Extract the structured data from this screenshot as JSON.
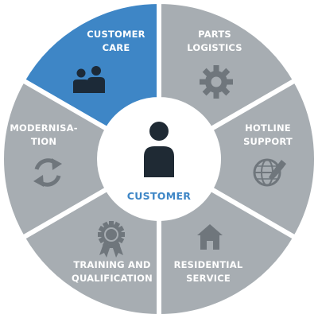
{
  "colors": {
    "segment": "#a7adb2",
    "active_segment": "#3e86c6",
    "separator": "#ffffff",
    "icon": "#6f767c",
    "active_icon": "#1c2a38",
    "center_bg": "#ffffff",
    "center_icon": "#1f2a34",
    "center_text": "#3e86c6"
  },
  "center": {
    "label": "CUSTOMER",
    "icon": "person-icon"
  },
  "segments": [
    {
      "id": "customer-care",
      "lines": [
        "CUSTOMER",
        "CARE"
      ],
      "icon": "people-icon",
      "active": true
    },
    {
      "id": "parts-logistics",
      "lines": [
        "PARTS",
        "LOGISTICS"
      ],
      "icon": "gear-icon",
      "active": false
    },
    {
      "id": "hotline-support",
      "lines": [
        "HOTLINE",
        "SUPPORT"
      ],
      "icon": "globe-phone-icon",
      "active": false
    },
    {
      "id": "residential-service",
      "lines": [
        "RESIDENTIAL",
        "SERVICE"
      ],
      "icon": "house-icon",
      "active": false
    },
    {
      "id": "training-qualification",
      "lines": [
        "TRAINING AND",
        "QUALIFICATION"
      ],
      "icon": "award-icon",
      "active": false
    },
    {
      "id": "modernisation",
      "lines": [
        "MODERNISA-",
        "TION"
      ],
      "icon": "refresh-icon",
      "active": false
    }
  ]
}
